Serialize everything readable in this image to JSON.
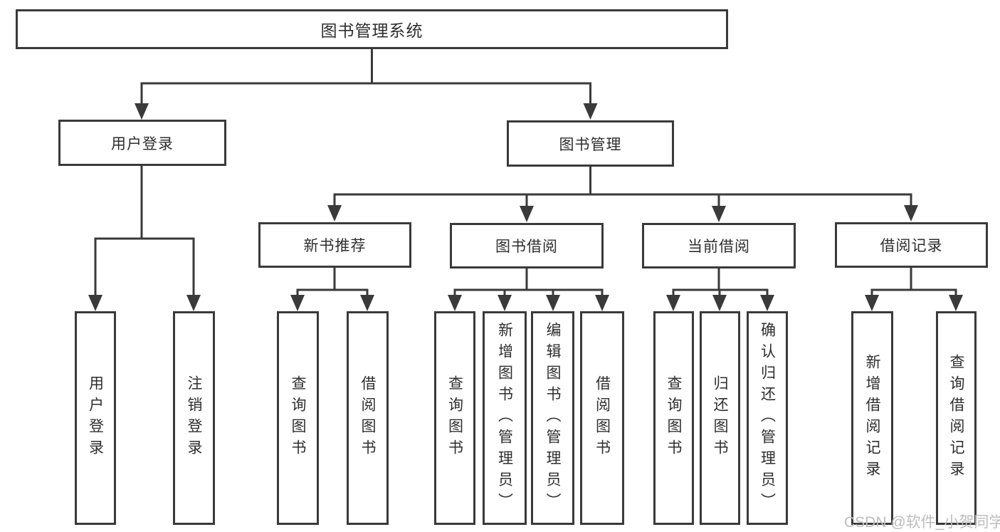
{
  "diagram_type": "hierarchy-tree",
  "tree": {
    "root": {
      "label": "图书管理系统",
      "children": [
        {
          "label": "用户登录",
          "children": [
            {
              "label": "用户登录"
            },
            {
              "label": "注销登录"
            }
          ]
        },
        {
          "label": "图书管理",
          "children": [
            {
              "label": "新书推荐",
              "children": [
                {
                  "label": "查询图书"
                },
                {
                  "label": "借阅图书"
                }
              ]
            },
            {
              "label": "图书借阅",
              "children": [
                {
                  "label": "查询图书"
                },
                {
                  "label": "新增图书（管理员）"
                },
                {
                  "label": "编辑图书（管理员）"
                },
                {
                  "label": "借阅图书"
                }
              ]
            },
            {
              "label": "当前借阅",
              "children": [
                {
                  "label": "查询图书"
                },
                {
                  "label": "归还图书"
                },
                {
                  "label": "确认归还（管理员）"
                }
              ]
            },
            {
              "label": "借阅记录",
              "children": [
                {
                  "label": "新增借阅记录"
                },
                {
                  "label": "查询借阅记录"
                }
              ]
            }
          ]
        }
      ]
    }
  },
  "watermark": "CSDN @软件_小贺同学",
  "colors": {
    "line": "#3a3a3a",
    "text": "#2e2e2e",
    "watermark": "#bdbdbd",
    "background": "#ffffff"
  }
}
